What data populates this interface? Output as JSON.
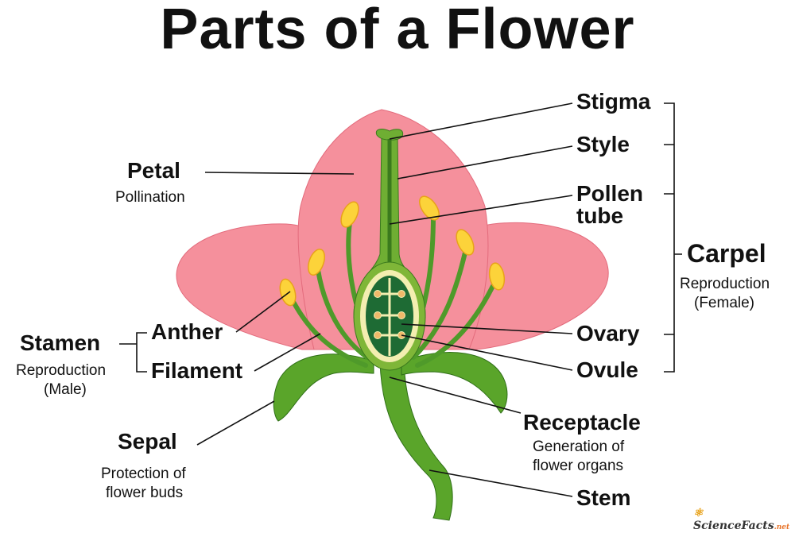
{
  "title": "Parts of a Flower",
  "labels": {
    "stigma": "Stigma",
    "style": "Style",
    "pollen_tube_1": "Pollen",
    "pollen_tube_2": "tube",
    "carpel": "Carpel",
    "carpel_sub_1": "Reproduction",
    "carpel_sub_2": "(Female)",
    "ovary": "Ovary",
    "ovule": "Ovule",
    "receptacle": "Receptacle",
    "receptacle_sub_1": "Generation of",
    "receptacle_sub_2": "flower organs",
    "stem": "Stem",
    "petal": "Petal",
    "petal_sub": "Pollination",
    "stamen": "Stamen",
    "stamen_sub_1": "Reproduction",
    "stamen_sub_2": "(Male)",
    "anther": "Anther",
    "filament": "Filament",
    "sepal": "Sepal",
    "sepal_sub_1": "Protection of",
    "sepal_sub_2": "flower buds"
  },
  "logo": {
    "text": "ScienceFacts",
    "suffix": ".net"
  },
  "colors": {
    "petal": "#f5909c",
    "petal_edge": "#e36b7c",
    "green": "#5aa52a",
    "dark_green": "#1e6b34",
    "anther": "#fcd33a",
    "cream": "#f3eeb0"
  }
}
